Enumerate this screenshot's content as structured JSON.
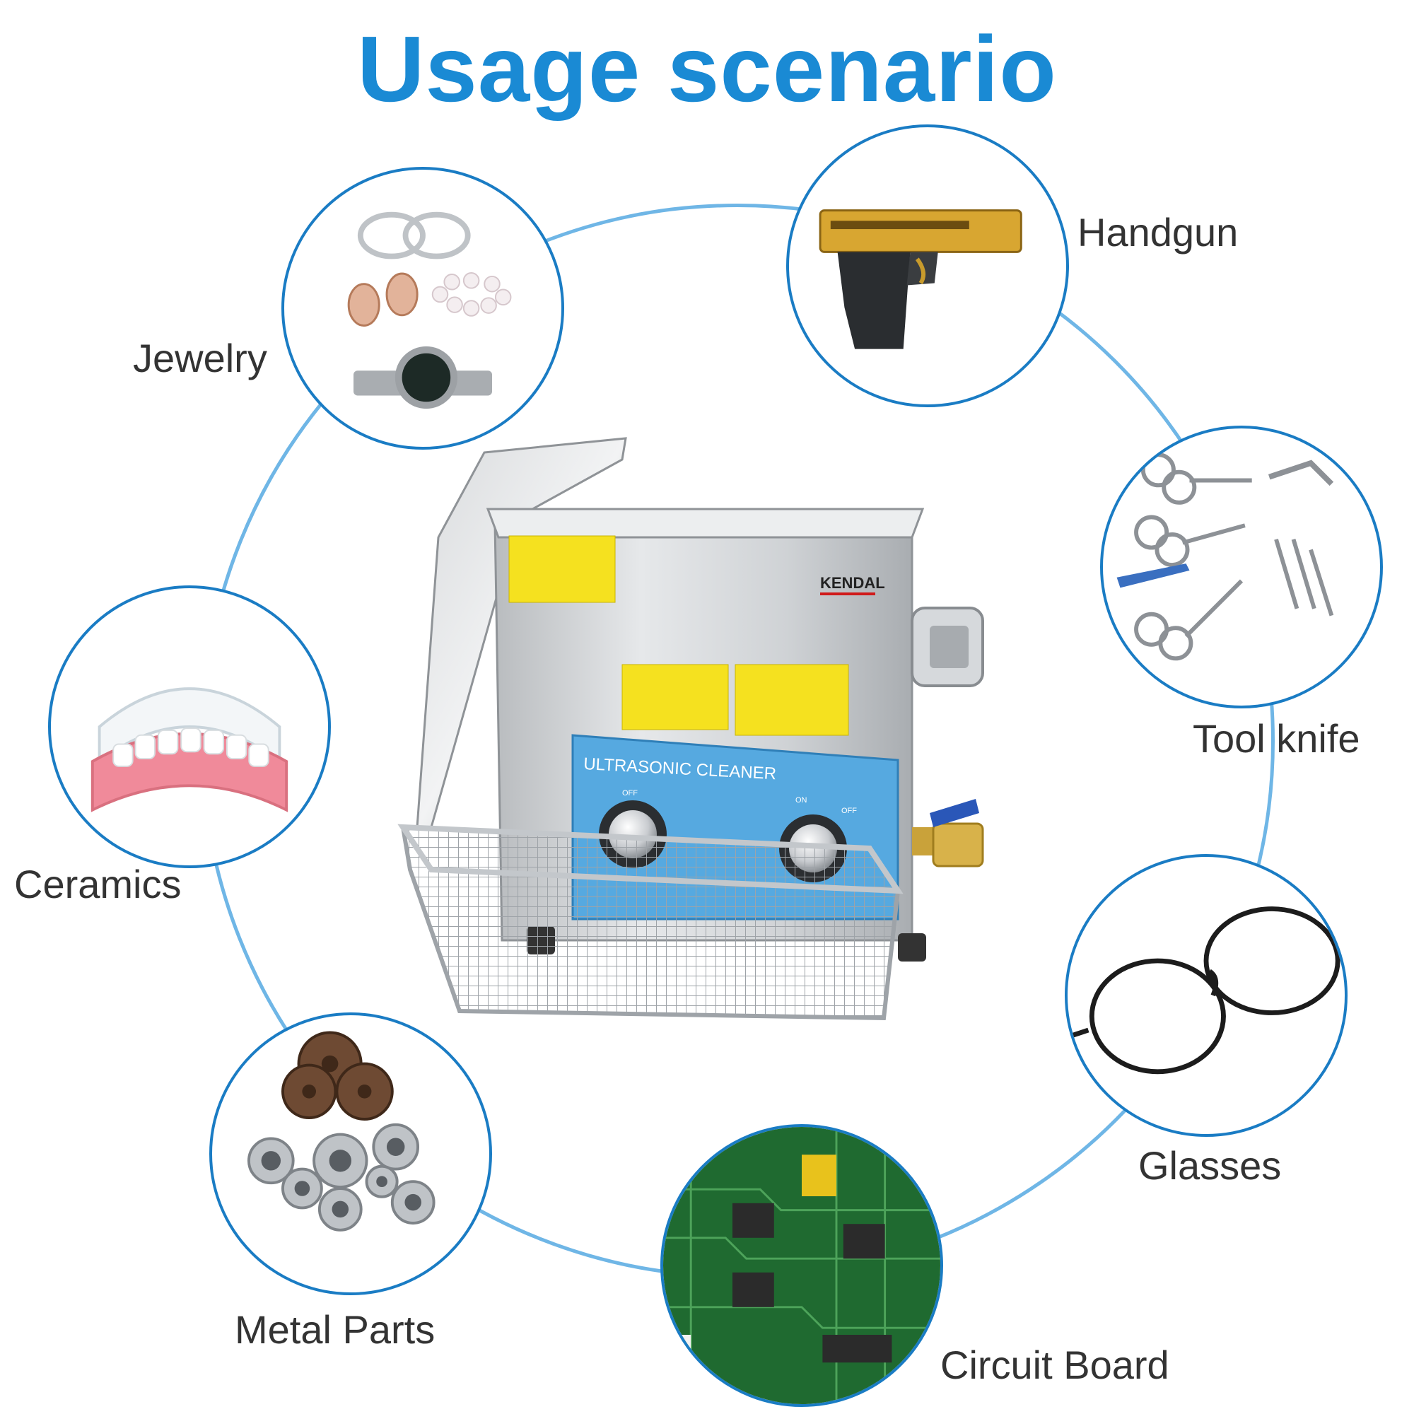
{
  "title": "Usage scenario",
  "colors": {
    "title": "#1a8ad4",
    "ring": "#6fb6e6",
    "circle_border": "#1a7cc4",
    "label": "#333333"
  },
  "product": {
    "brand": "KENDAL",
    "panel_label": "ULTRASONIC CLEANER",
    "knob_left_off": "OFF",
    "knob_right_on": "ON",
    "knob_right_off": "OFF"
  },
  "scenarios": [
    {
      "id": "jewelry",
      "label": "Jewelry",
      "icon": "jewelry-icon"
    },
    {
      "id": "handgun",
      "label": "Handgun",
      "icon": "handgun-icon"
    },
    {
      "id": "tool-knife",
      "label": "Tool knife",
      "icon": "tools-icon"
    },
    {
      "id": "ceramics",
      "label": "Ceramics",
      "icon": "dentures-icon"
    },
    {
      "id": "glasses",
      "label": "Glasses",
      "icon": "glasses-icon"
    },
    {
      "id": "metal-parts",
      "label": "Metal Parts",
      "icon": "gears-bearings-icon"
    },
    {
      "id": "circuit-board",
      "label": "Circuit Board",
      "icon": "circuit-board-icon"
    }
  ]
}
